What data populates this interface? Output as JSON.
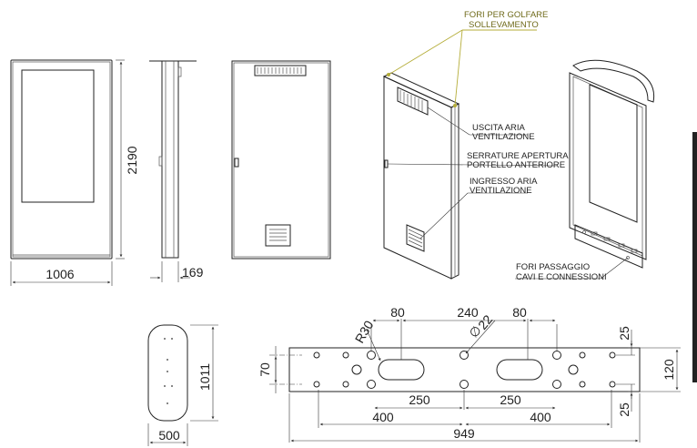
{
  "annotations": {
    "lifting_holes": "FORI PER GOLFARE",
    "lifting_holes_2": "SOLLEVAMENTO",
    "air_outlet": "USCITA ARIA",
    "air_outlet_2": "VENTILAZIONE",
    "front_locks": "SERRATURE APERTURA",
    "front_locks_2": "PORTELLO ANTERIORE",
    "air_inlet": "INGRESSO ARIA",
    "air_inlet_2": "VENTILAZIONE",
    "cable_holes": "FORI PASSAGGIO",
    "cable_holes_2": "CAVI E CONNESSIONI"
  },
  "dimensions": {
    "height": "2190",
    "front_width": "1006",
    "side_depth": "169",
    "base_width": "500",
    "base_length": "1011",
    "plate_radius": "R30",
    "hole_dia": "22",
    "top_80_left": "80",
    "top_240": "240",
    "top_80_right": "80",
    "left_70": "70",
    "right_25_top": "25",
    "right_120": "120",
    "right_25_bottom": "25",
    "bottom_250_left": "250",
    "bottom_250_right": "250",
    "bottom_400_left": "400",
    "bottom_400_right": "400",
    "overall_949": "949"
  },
  "colors": {
    "line": "#222222",
    "leader_highlight": "#b5ad39",
    "lifting_label": "#6f6a1a"
  }
}
